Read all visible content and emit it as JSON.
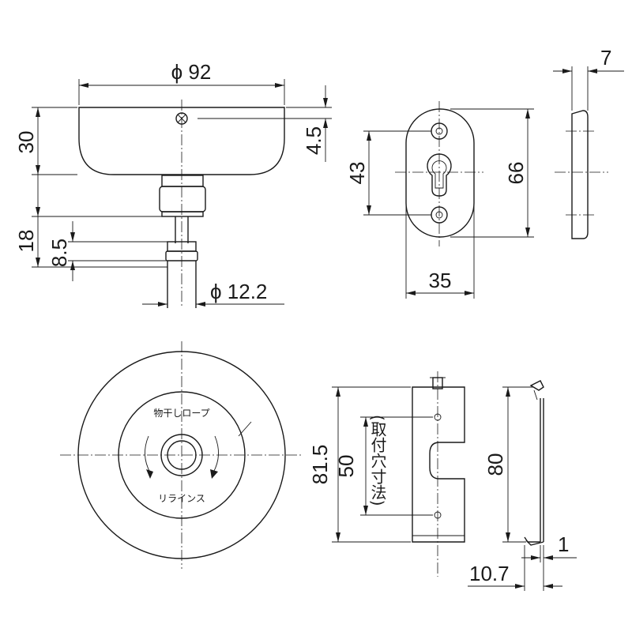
{
  "dimensions": {
    "diameter_92": "ϕ 92",
    "height_30": "30",
    "offset_4_5": "4.5",
    "height_18": "18",
    "height_8_5": "8.5",
    "diameter_12_2": "ϕ 12.2",
    "hole_pitch_43": "43",
    "height_66": "66",
    "width_35": "35",
    "thickness_7": "7",
    "height_81_5": "81.5",
    "mount_pitch_50": "50",
    "mount_note": "(取付穴寸法)",
    "height_80": "80",
    "thickness_1": "1",
    "depth_10_7": "10.7"
  },
  "labels": {
    "front_top": "物干しロープ",
    "front_bottom": "リラインス"
  }
}
